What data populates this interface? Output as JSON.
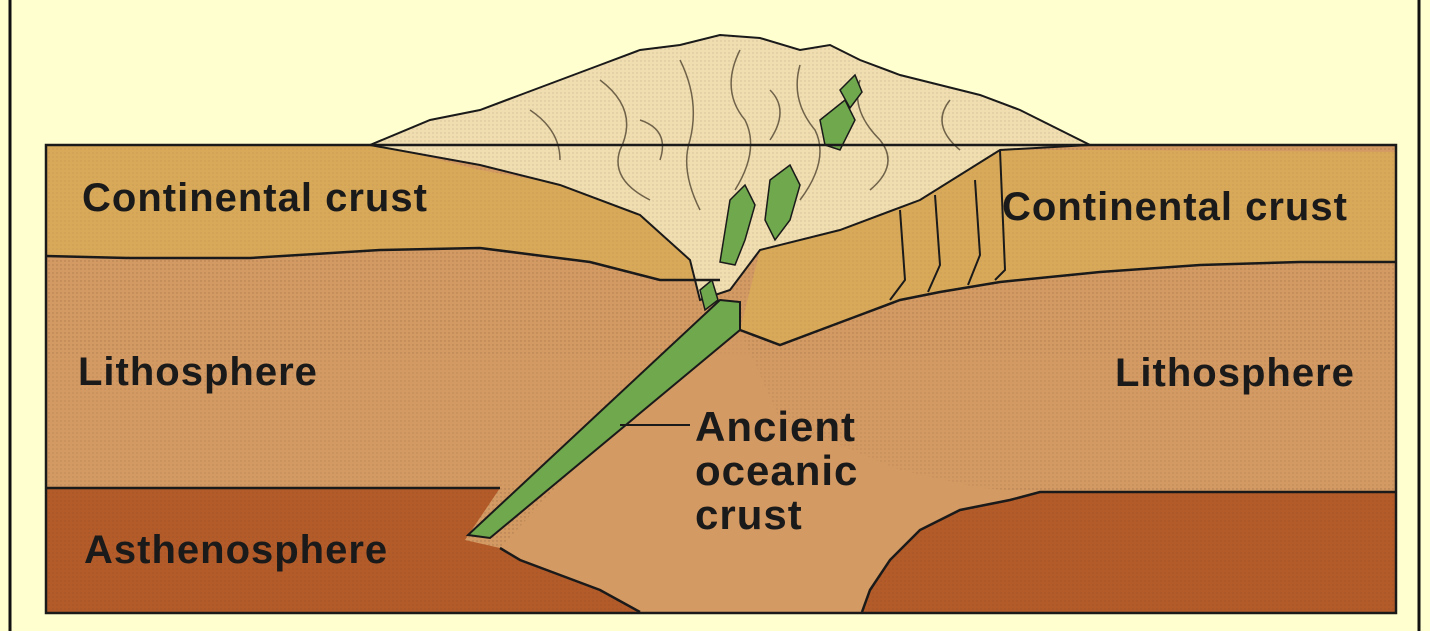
{
  "diagram": {
    "labels": {
      "continental_crust_left": "Continental crust",
      "continental_crust_right": "Continental crust",
      "lithosphere_left": "Lithosphere",
      "lithosphere_right": "Lithosphere",
      "asthenosphere": "Asthenosphere",
      "ancient_oceanic_crust": [
        "Ancient",
        "oceanic",
        "crust"
      ]
    },
    "colors": {
      "background": "#ffffd0",
      "continental_crust": "#d9a95a",
      "lithosphere": "#d49a63",
      "asthenosphere": "#b35c2a",
      "oceanic_crust": "#6fa84d",
      "mountain": "#f0ddb0",
      "outline": "#1a1a1a"
    }
  }
}
